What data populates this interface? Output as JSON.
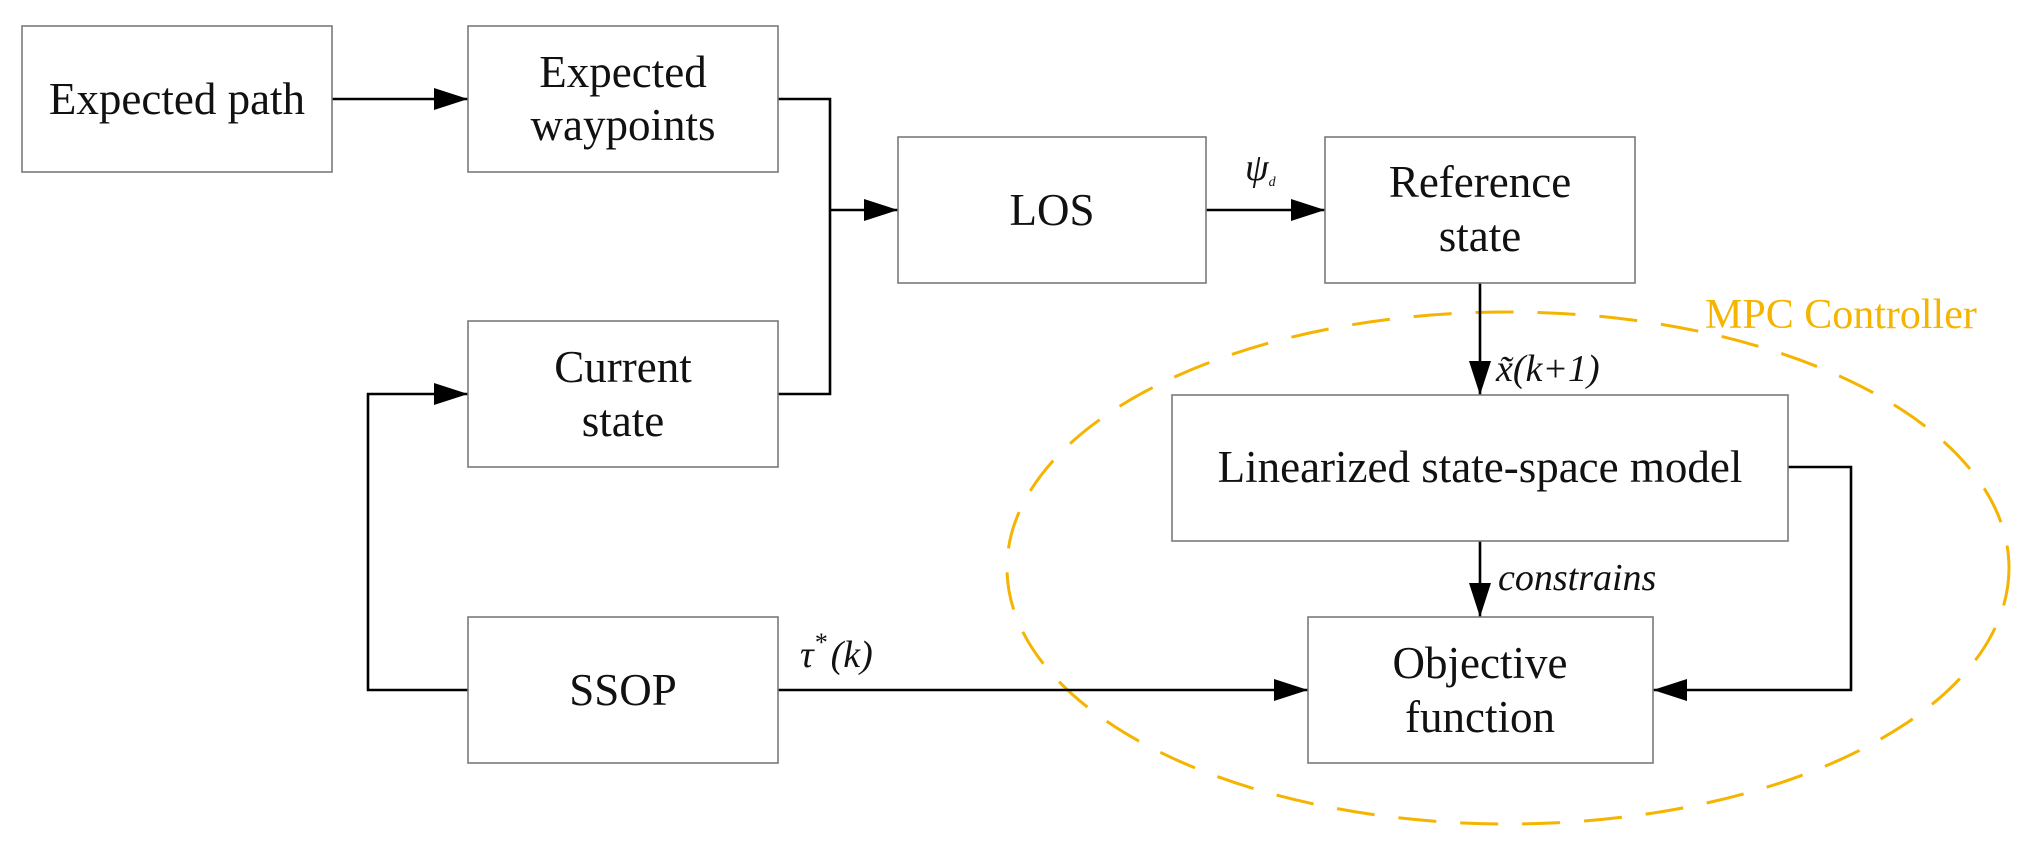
{
  "colors": {
    "box_border": "#7a7a7a",
    "arrow": "#000000",
    "mpc_accent": "#f5b400"
  },
  "nodes": {
    "expected_path": {
      "lines": [
        "Expected path"
      ]
    },
    "expected_waypoints": {
      "lines": [
        "Expected",
        "waypoints"
      ]
    },
    "los": {
      "lines": [
        "LOS"
      ]
    },
    "reference_state": {
      "lines": [
        "Reference",
        "state"
      ]
    },
    "current_state": {
      "lines": [
        "Current",
        "state"
      ]
    },
    "linearized_model": {
      "lines": [
        "Linearized state-space model"
      ]
    },
    "objective_function": {
      "lines": [
        "Objective",
        "function"
      ]
    },
    "ssop": {
      "lines": [
        "SSOP"
      ]
    }
  },
  "edge_labels": {
    "psi_symbol": "ψ",
    "psi_subscript": "d",
    "x_tilde": "x̃",
    "x_args": "(k+1)",
    "constrains": "constrains",
    "tau_symbol": "τ",
    "tau_superscript": "*",
    "tau_args": "(k)"
  },
  "group": {
    "label": "MPC Controller"
  }
}
